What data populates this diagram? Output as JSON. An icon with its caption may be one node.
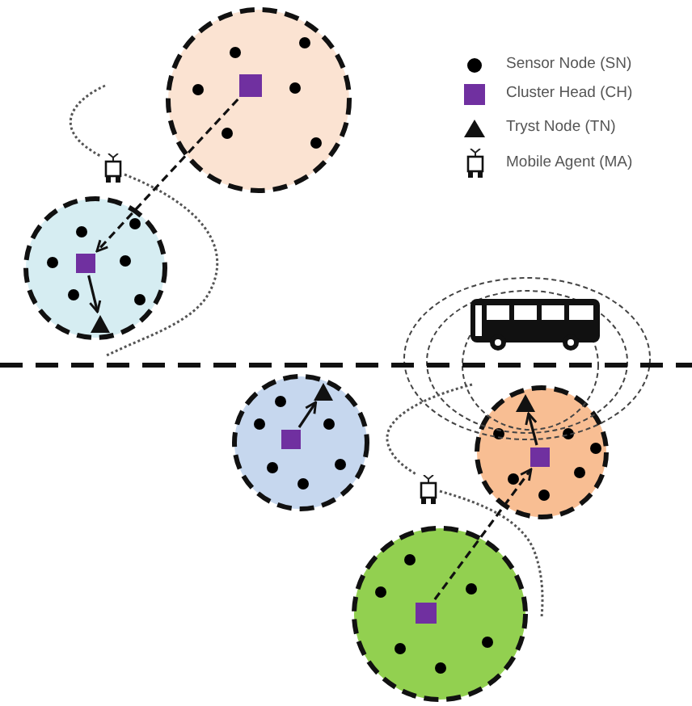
{
  "diagram": {
    "nodes": [
      {
        "text": [],
        "shape": "circle"
      },
      {
        "text": [],
        "shape": "box",
        "in": 0
      },
      {
        "text": [],
        "shape": "circle"
      },
      {
        "text": [],
        "shape": "box",
        "in": 2
      },
      {
        "text": [],
        "shape": "triangle",
        "in": 2
      },
      {
        "text": [],
        "shape": "circle"
      },
      {
        "text": [],
        "shape": "triangle",
        "in": 5
      },
      {
        "text": [],
        "shape": "box",
        "in": 5
      },
      {
        "text": [],
        "shape": "circle"
      },
      {
        "text": [],
        "shape": "triangle",
        "in": 8
      },
      {
        "text": [],
        "shape": "box",
        "in": 8
      },
      {
        "text": [],
        "shape": "circle"
      },
      {
        "text": [],
        "shape": "box",
        "in": 11
      }
    ],
    "edges": [
      {
        "from": 1,
        "to": 3,
        "arrow": "to",
        "style": "dashed"
      },
      {
        "from": 3,
        "to": 4,
        "arrow": "to"
      },
      {
        "from": 7,
        "to": 6,
        "arrow": "to"
      },
      {
        "from": 12,
        "to": 10,
        "arrow": "to",
        "style": "dashed"
      },
      {
        "from": 10,
        "to": 9,
        "arrow": "to"
      }
    ],
    "legend": [
      {
        "text": "Sensor Node (SN)"
      },
      {
        "text": "Cluster Head (CH)",
        "color": "#7030a0"
      },
      {
        "text": "Tryst Node (TN)"
      },
      {
        "text": "Mobile Agent (MA)"
      }
    ]
  }
}
